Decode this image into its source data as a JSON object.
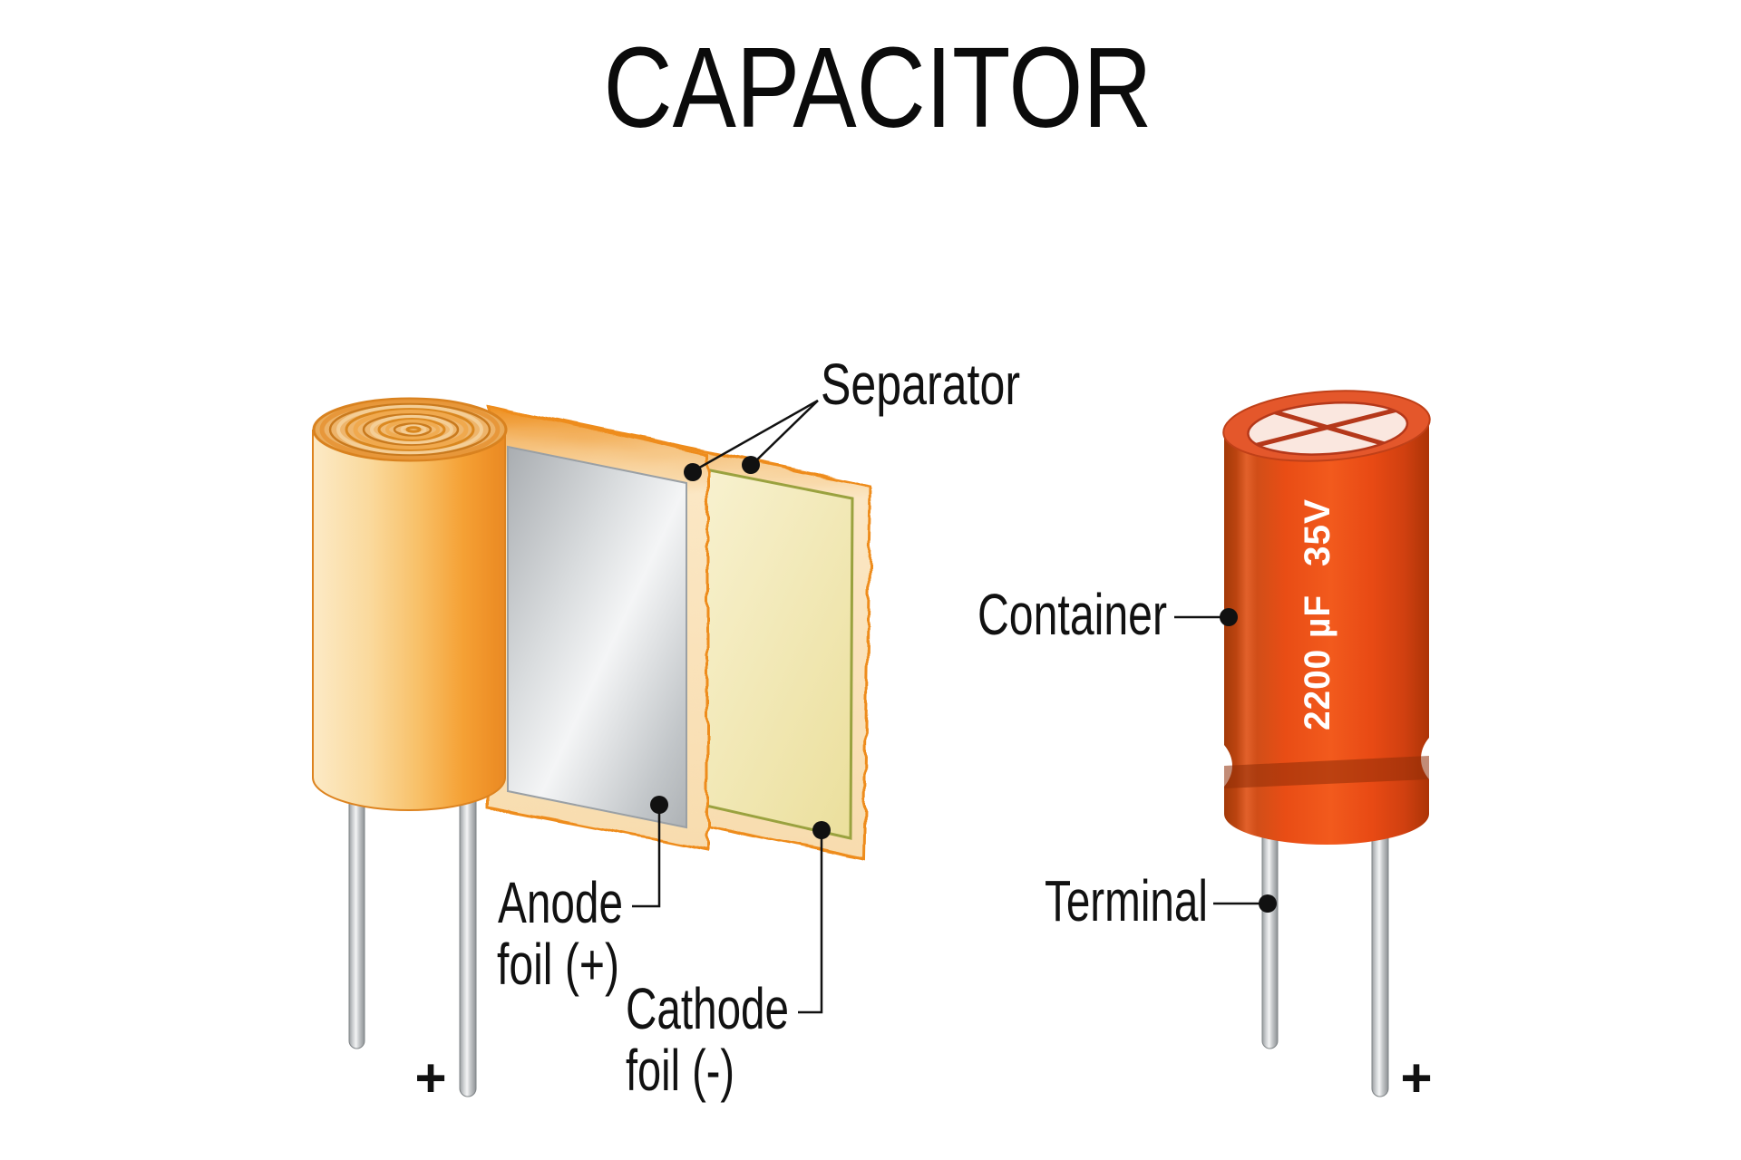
{
  "title": "CAPACITOR",
  "exploded_view": {
    "separator_label": "Separator",
    "anode_label_line1": "Anode",
    "anode_label_line2": "foil (+)",
    "cathode_label_line1": "Cathode",
    "cathode_label_line2": "foil (-)",
    "polarity_mark": "+"
  },
  "assembled_view": {
    "container_label": "Container",
    "terminal_label": "Terminal",
    "marking_capacitance": "2200 µF",
    "marking_voltage": "35V",
    "polarity_mark": "+"
  },
  "colors": {
    "label_text": "#111111",
    "leader_line": "#111111",
    "roll_orange": "#F49D2F",
    "separator_cream": "#F8DCAE",
    "anode_silver": "#D9DCDE",
    "cathode_yellow": "#EFE5AC",
    "case_red_orange": "#E84A14",
    "case_marking_white": "#FFFFFF",
    "lead_gray": "#C6C9CB"
  }
}
